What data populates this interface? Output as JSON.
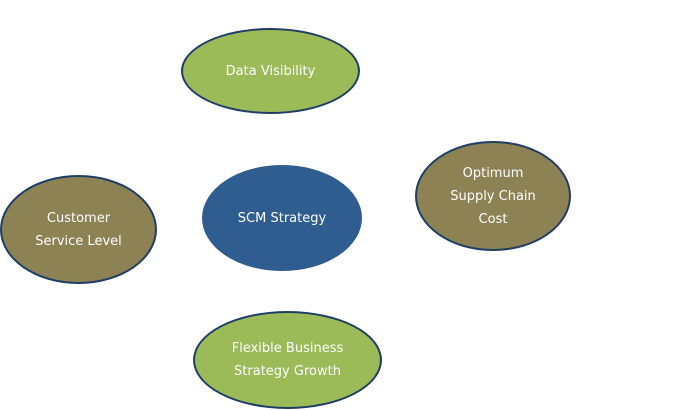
{
  "diagram": {
    "center": {
      "label": "SCM Strategy"
    },
    "nodes": {
      "data_visibility": "Data Visibility",
      "customer_service": "Customer\nService Level",
      "supply_chain_cost": "Optimum\nSupply Chain\nCost",
      "flexible_business": "Flexible Business\nStrategy Growth"
    },
    "colors": {
      "center": "#2f5d8f",
      "light_green": "#9bbb59",
      "olive": "#8c8254",
      "outline": "#1f3d66"
    }
  }
}
